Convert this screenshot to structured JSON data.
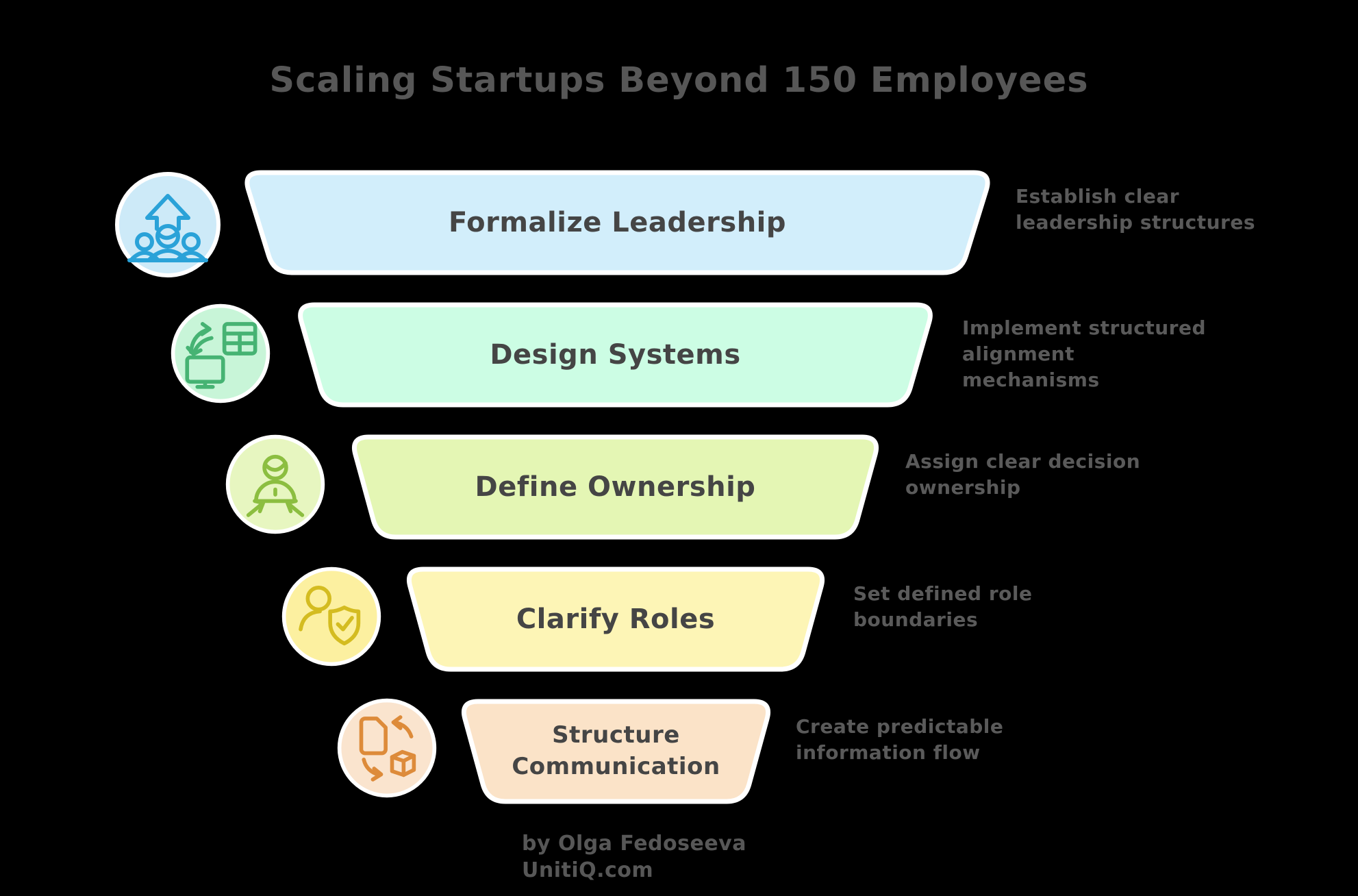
{
  "title": "Scaling Startups Beyond 150 Employees",
  "footer": {
    "line1": "by Olga Fedoseeva",
    "line2": "UnitiQ.com"
  },
  "colors": {
    "background": "#000000",
    "border": "#ffffff",
    "title_text": "#575757",
    "heading_text": "#454545",
    "annotation_text": "#5a5a5a"
  },
  "levels": [
    {
      "label": "Formalize Leadership",
      "annotation_lines": [
        "Establish clear",
        "leadership structures"
      ],
      "fill": "#d2eefb",
      "icon_bg": "#cdeaf8",
      "icon_color": "#2aa2d8",
      "icon": "team-growth-icon"
    },
    {
      "label": "Design Systems",
      "annotation_lines": [
        "Implement structured",
        "alignment",
        "mechanisms"
      ],
      "fill": "#ccfde4",
      "icon_bg": "#c8f5d8",
      "icon_color": "#46b373",
      "icon": "system-sync-icon"
    },
    {
      "label": "Define Ownership",
      "annotation_lines": [
        "Assign clear decision",
        "ownership"
      ],
      "fill": "#e4f6b4",
      "icon_bg": "#e7f6c0",
      "icon_color": "#8cbe40",
      "icon": "person-ownership-icon"
    },
    {
      "label": "Clarify Roles",
      "annotation_lines": [
        "Set defined role",
        "boundaries"
      ],
      "fill": "#fdf5b6",
      "icon_bg": "#fcf0a0",
      "icon_color": "#d4bc20",
      "icon": "person-shield-icon"
    },
    {
      "label": "Structure Communication",
      "annotation_lines": [
        "Create predictable",
        "information flow"
      ],
      "fill": "#fbe3c8",
      "icon_bg": "#fae4ce",
      "icon_color": "#dd8b3a",
      "icon": "document-cube-icon"
    }
  ]
}
